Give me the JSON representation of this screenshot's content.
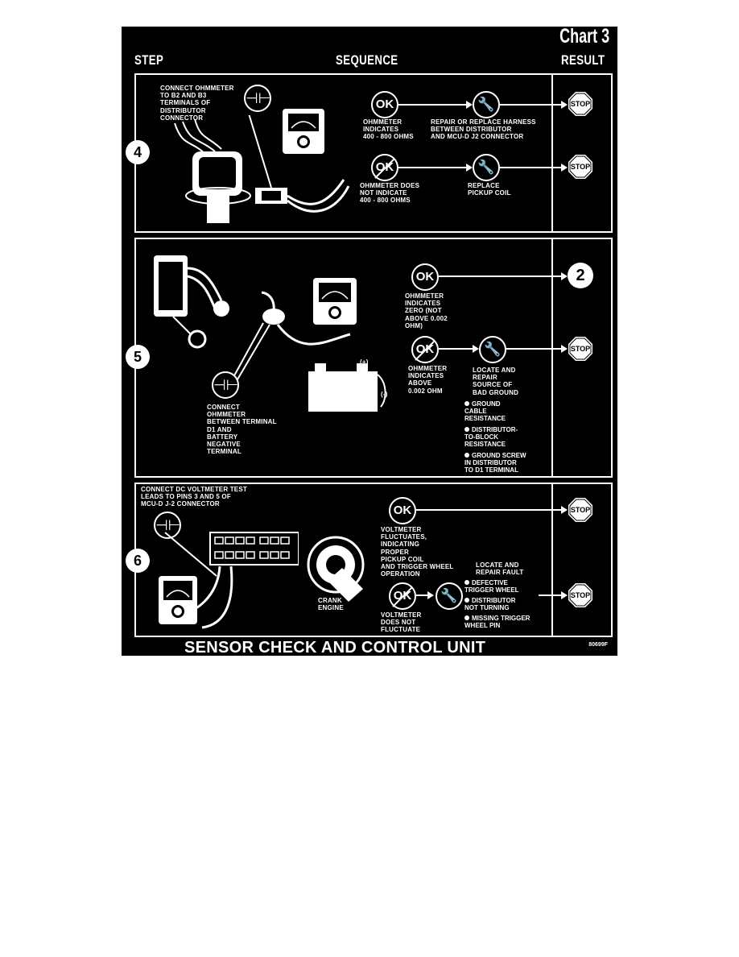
{
  "chart": {
    "title": "Chart 3",
    "headers": {
      "step": "STEP",
      "sequence": "SEQUENCE",
      "result": "RESULT"
    },
    "bottom_title": "SENSOR CHECK AND CONTROL UNIT",
    "figure_code": "80699F"
  },
  "step4": {
    "number": "4",
    "instruction": "CONNECT OHMMETER\nTO B2 AND B3\nTERMINALS OF\nDISTRIBUTOR\nCONNECTOR",
    "ok_label": "OK",
    "ok_text": "OHMMETER\nINDICATES\n400 - 800 OHMS",
    "ok_action": "REPAIR OR REPLACE HARNESS\nBETWEEN DISTRIBUTOR\nAND MCU-D J2 CONNECTOR",
    "notok_text": "OHMMETER DOES\nNOT INDICATE\n400 - 800 OHMS",
    "notok_action": "REPLACE\nPICKUP COIL",
    "result1": "STOP",
    "result2": "STOP"
  },
  "step5": {
    "number": "5",
    "instruction": "CONNECT\nOHMMETER\nBETWEEN TERMINAL\nD1 AND\nBATTERY\nNEGATIVE\nTERMINAL",
    "plus_label": "(+)",
    "minus_label": "(-)",
    "ok_label": "OK",
    "ok_text": "OHMMETER\nINDICATES\nZERO (NOT\nABOVE 0.002\nOHM)",
    "notok_text": "OHMMETER\nINDICATES\nABOVE\n0.002 OHM",
    "notok_action": "LOCATE AND\nREPAIR\nSOURCE OF\nBAD GROUND",
    "bullets": [
      "GROUND\nCABLE\nRESISTANCE",
      "DISTRIBUTOR-\nTO-BLOCK\nRESISTANCE",
      "GROUND SCREW\nIN DISTRIBUTOR\nTO D1 TERMINAL"
    ],
    "result1": "2",
    "result2": "STOP"
  },
  "step6": {
    "number": "6",
    "instruction": "CONNECT DC VOLTMETER TEST\nLEADS TO PINS 3 AND 5 OF\nMCU-D J-2 CONNECTOR",
    "crank_text": "CRANK\nENGINE",
    "ok_label": "OK",
    "ok_text": "VOLTMETER\nFLUCTUATES,\nINDICATING\nPROPER\nPICKUP COIL\nAND TRIGGER WHEEL\nOPERATION",
    "notok_text": "VOLTMETER\nDOES NOT\nFLUCTUATE",
    "notok_action": "LOCATE AND\nREPAIR FAULT",
    "bullets": [
      "DEFECTIVE\nTRIGGER WHEEL",
      "DISTRIBUTOR\nNOT TURNING",
      "MISSING TRIGGER\nWHEEL PIN"
    ],
    "result1": "STOP",
    "result2": "STOP"
  }
}
